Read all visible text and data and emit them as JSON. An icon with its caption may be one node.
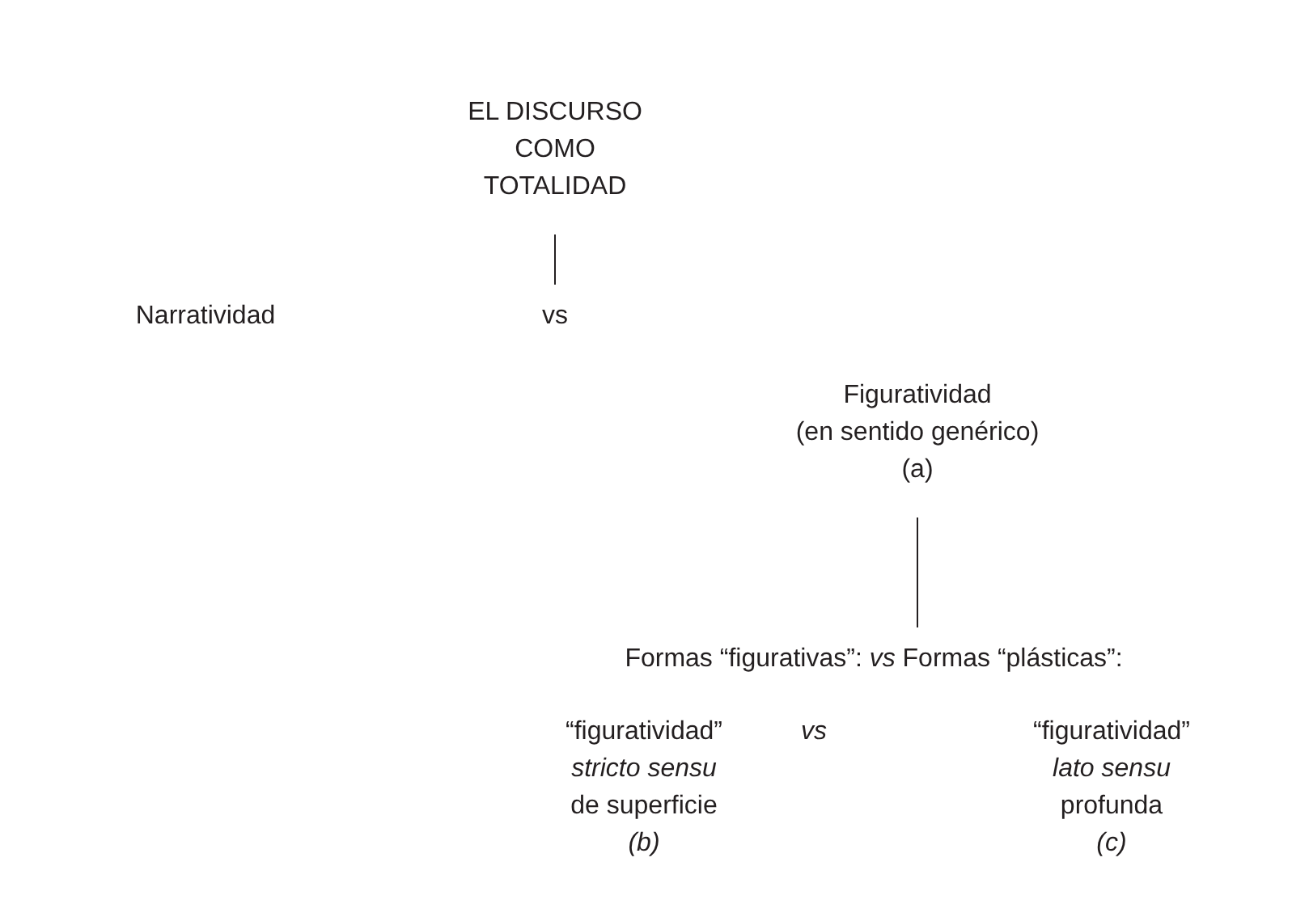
{
  "diagram": {
    "nodes": [
      {
        "text": [
          "EL DISCURSO COMO TOTALIDAD"
        ]
      },
      {
        "text": [
          "vs"
        ]
      },
      {
        "text": [
          "Figuratividad",
          "(en sentido genérico)",
          "(a)"
        ]
      },
      {
        "text": [
          "Formas “figurativas”: *vs* Formas “plásticas”:"
        ]
      }
    ],
    "edges": [
      {
        "from": 0,
        "to": 1,
        "arrow": "none"
      },
      {
        "from": 2,
        "to": 3,
        "arrow": "none"
      }
    ],
    "labels": [
      "Narratividad",
      "“figuratividad”",
      "vs",
      "“figuratividad”",
      "stricto sensu",
      "lato sensu",
      "de superficie",
      "profunda",
      "(b)",
      "(c)"
    ]
  }
}
